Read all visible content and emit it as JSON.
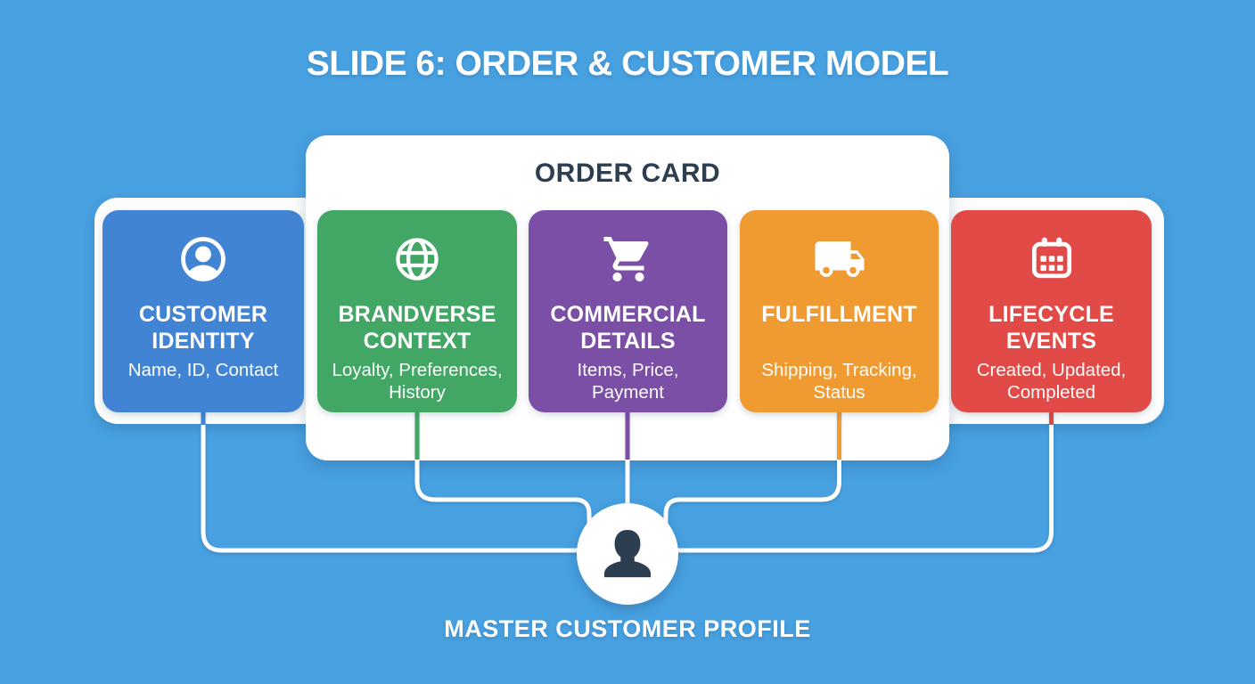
{
  "slide": {
    "title": "SLIDE 6: ORDER & CUSTOMER MODEL",
    "order_card_label": "ORDER CARD",
    "master_profile_label": "MASTER CUSTOMER PROFILE"
  },
  "colors": {
    "background": "#47a0e0",
    "navy_text": "#2d3e50",
    "white": "#ffffff",
    "card_blue": "#4284d4",
    "card_green": "#42a765",
    "card_purple": "#7b4fa6",
    "card_orange": "#f09a32",
    "card_red": "#e14a46"
  },
  "cards": [
    {
      "id": "customer-identity",
      "icon": "person-circle-icon",
      "color": "#4284d4",
      "title_lines": [
        "CUSTOMER",
        "IDENTITY"
      ],
      "subtitle_lines": [
        "Name, ID, Contact",
        ""
      ]
    },
    {
      "id": "brandverse-context",
      "icon": "globe-icon",
      "color": "#42a765",
      "title_lines": [
        "BRANDVERSE",
        "CONTEXT"
      ],
      "subtitle_lines": [
        "Loyalty, Preferences,",
        "History"
      ]
    },
    {
      "id": "commercial-details",
      "icon": "cart-icon",
      "color": "#7b4fa6",
      "title_lines": [
        "COMMERCIAL",
        "DETAILS"
      ],
      "subtitle_lines": [
        "Items, Price,",
        "Payment"
      ]
    },
    {
      "id": "fulfillment",
      "icon": "truck-icon",
      "color": "#f09a32",
      "title_lines": [
        "FULFILLMENT",
        ""
      ],
      "subtitle_lines": [
        "Shipping, Tracking,",
        "Status"
      ]
    },
    {
      "id": "lifecycle-events",
      "icon": "calendar-icon",
      "color": "#e14a46",
      "title_lines": [
        "LIFECYCLE",
        "EVENTS"
      ],
      "subtitle_lines": [
        "Created, Updated,",
        "Completed"
      ]
    }
  ]
}
